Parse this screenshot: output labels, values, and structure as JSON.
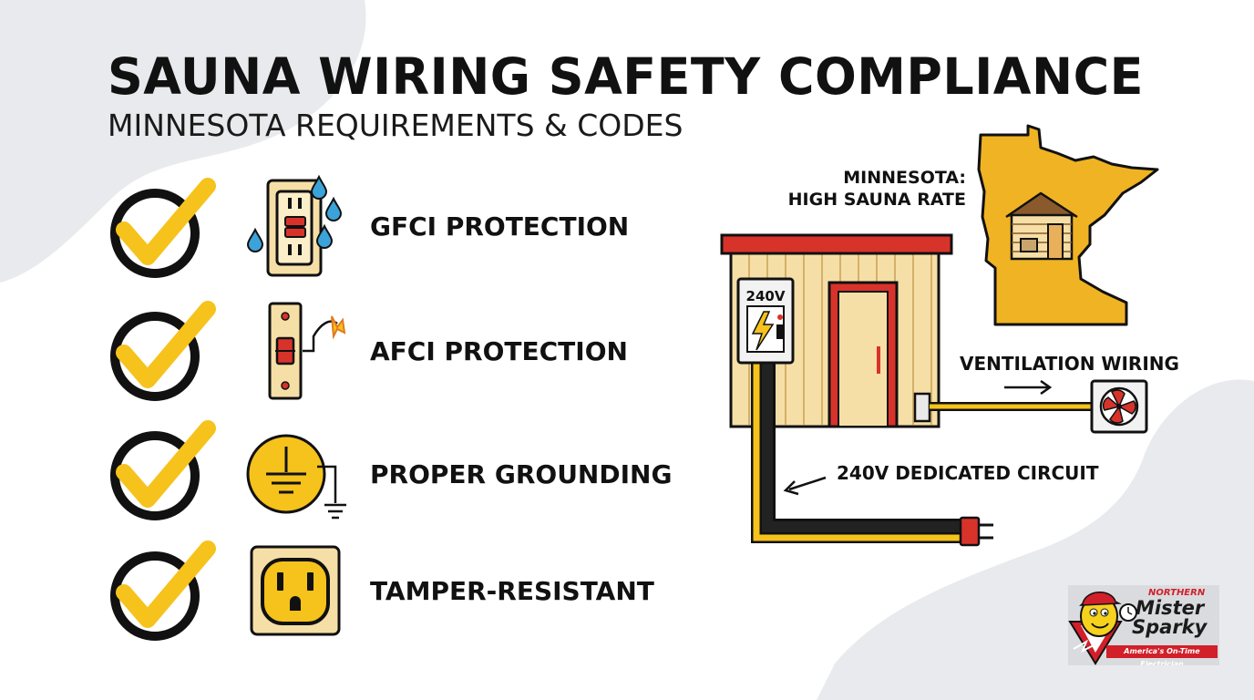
{
  "title": "SAUNA WIRING SAFETY COMPLIANCE",
  "subtitle": "MINNESOTA REQUIREMENTS & CODES",
  "checklist": [
    {
      "label": "GFCI PROTECTION",
      "icon": "gfci-outlet-icon",
      "checked": true
    },
    {
      "label": "AFCI PROTECTION",
      "icon": "afci-breaker-icon",
      "checked": true
    },
    {
      "label": "PROPER GROUNDING",
      "icon": "ground-symbol-icon",
      "checked": true
    },
    {
      "label": "TAMPER-RESISTANT",
      "icon": "outlet-icon",
      "checked": true
    }
  ],
  "diagram": {
    "state_label_line1": "MINNESOTA:",
    "state_label_line2": "HIGH SAUNA RATE",
    "panel_voltage": "240V",
    "ventilation_label": "VENTILATION WIRING",
    "circuit_label": "240V DEDICATED CIRCUIT"
  },
  "logo": {
    "top_text": "NORTHERN",
    "line1": "Mister",
    "line2": "Sparky",
    "tagline": "America's On-Time Electrician"
  },
  "colors": {
    "accent_yellow": "#f6c21c",
    "state_yellow": "#f0b323",
    "wood": "#f6dfa6",
    "roof_red": "#d8332b",
    "blob_gray": "#e9eaed"
  }
}
